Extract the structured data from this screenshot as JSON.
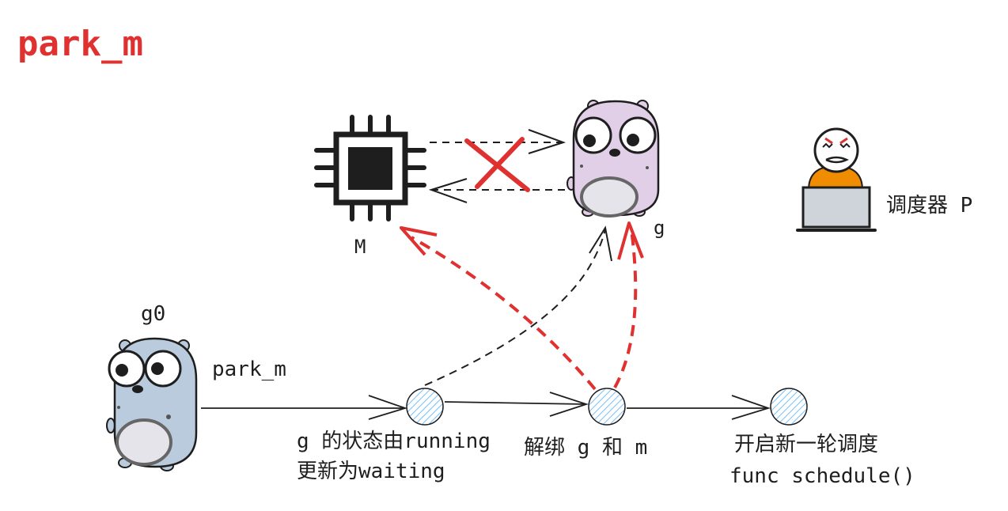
{
  "title": "park_m",
  "colors": {
    "accent_red": "#e03131",
    "ink": "#1e1e1e",
    "gopher_purple": "#e0cfe6",
    "gopher_blue": "#b9cbdc",
    "belly": "#e4e4ea",
    "scheduler_orange": "#f08c00",
    "laptop_gray": "#ced4da",
    "node_hatch": "#74c0fc"
  },
  "labels": {
    "m": "M",
    "g": "g",
    "g0": "g0",
    "scheduler": "调度器 P",
    "park_m_edge": "park_m",
    "step1_line1": "g 的状态由running",
    "step1_line2": "更新为waiting",
    "step2": "解绑 g 和 m",
    "step3_line1": "开启新一轮调度",
    "step3_line2": "func schedule()"
  },
  "icons": {
    "m": "cpu-chip-icon",
    "g": "gopher-icon",
    "g0": "gopher-icon",
    "scheduler": "scheduler-person-laptop-icon",
    "unbind": "red-x-icon"
  }
}
